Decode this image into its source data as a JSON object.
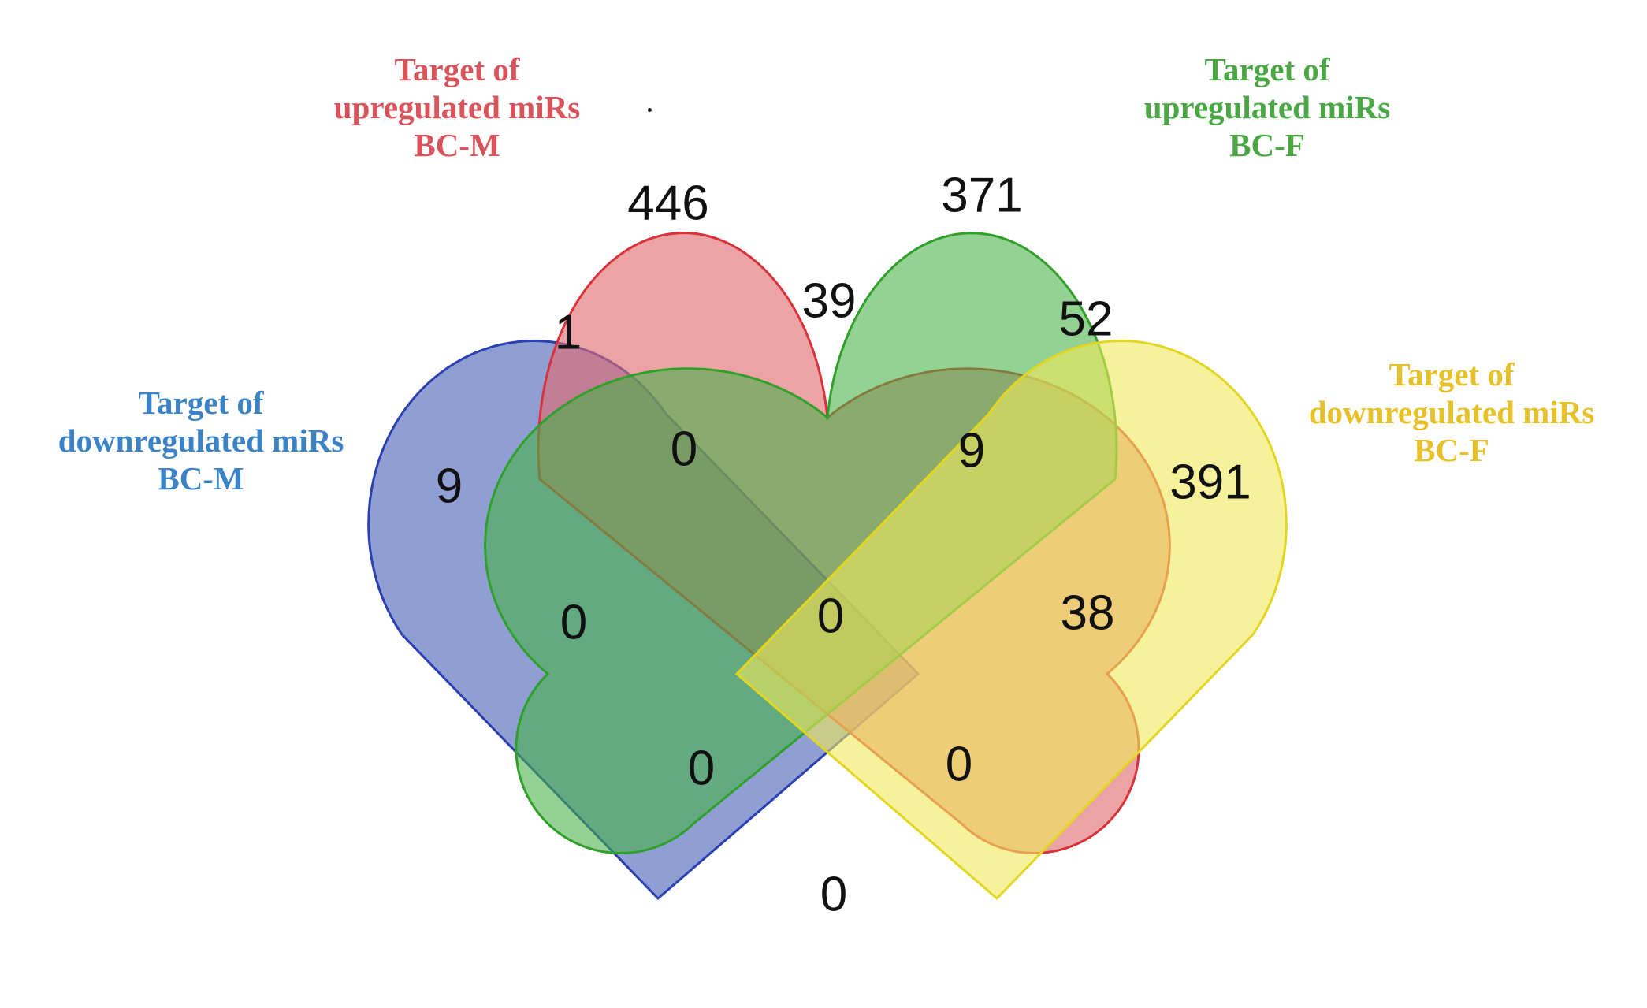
{
  "sets": [
    {
      "key": "red",
      "lines": [
        "Target of",
        "upregulated miRs",
        "BC-M"
      ],
      "color": "#d9535b",
      "fill": "#e3777c",
      "stroke": "#d9323a"
    },
    {
      "key": "green",
      "lines": [
        "Target of",
        "upregulated miRs",
        "BC-F"
      ],
      "color": "#4aa744",
      "fill": "#5fbf5b",
      "stroke": "#30a02a"
    },
    {
      "key": "blue",
      "lines": [
        "Target of",
        "downregulated miRs",
        "BC-M"
      ],
      "color": "#3b83c6",
      "fill": "#4a64b8",
      "stroke": "#2a3fb2"
    },
    {
      "key": "yellow",
      "lines": [
        "Target of",
        "downregulated miRs",
        "BC-F"
      ],
      "color": "#e7c12a",
      "fill": "#f2e960",
      "stroke": "#e2d622"
    }
  ],
  "regions": [
    {
      "id": "red-only",
      "value": "446"
    },
    {
      "id": "green-only",
      "value": "371"
    },
    {
      "id": "blue-only",
      "value": "9"
    },
    {
      "id": "yellow-only",
      "value": "391"
    },
    {
      "id": "red-blue",
      "value": "1"
    },
    {
      "id": "red-green",
      "value": "39"
    },
    {
      "id": "green-yellow",
      "value": "52"
    },
    {
      "id": "red-green-blue",
      "value": "0"
    },
    {
      "id": "red-green-yellow",
      "value": "9"
    },
    {
      "id": "green-blue",
      "value": "0"
    },
    {
      "id": "all-four",
      "value": "0"
    },
    {
      "id": "red-yellow",
      "value": "38"
    },
    {
      "id": "green-blue-yellow",
      "value": "0"
    },
    {
      "id": "red-blue-yellow",
      "value": "0"
    },
    {
      "id": "blue-yellow",
      "value": "0"
    }
  ]
}
